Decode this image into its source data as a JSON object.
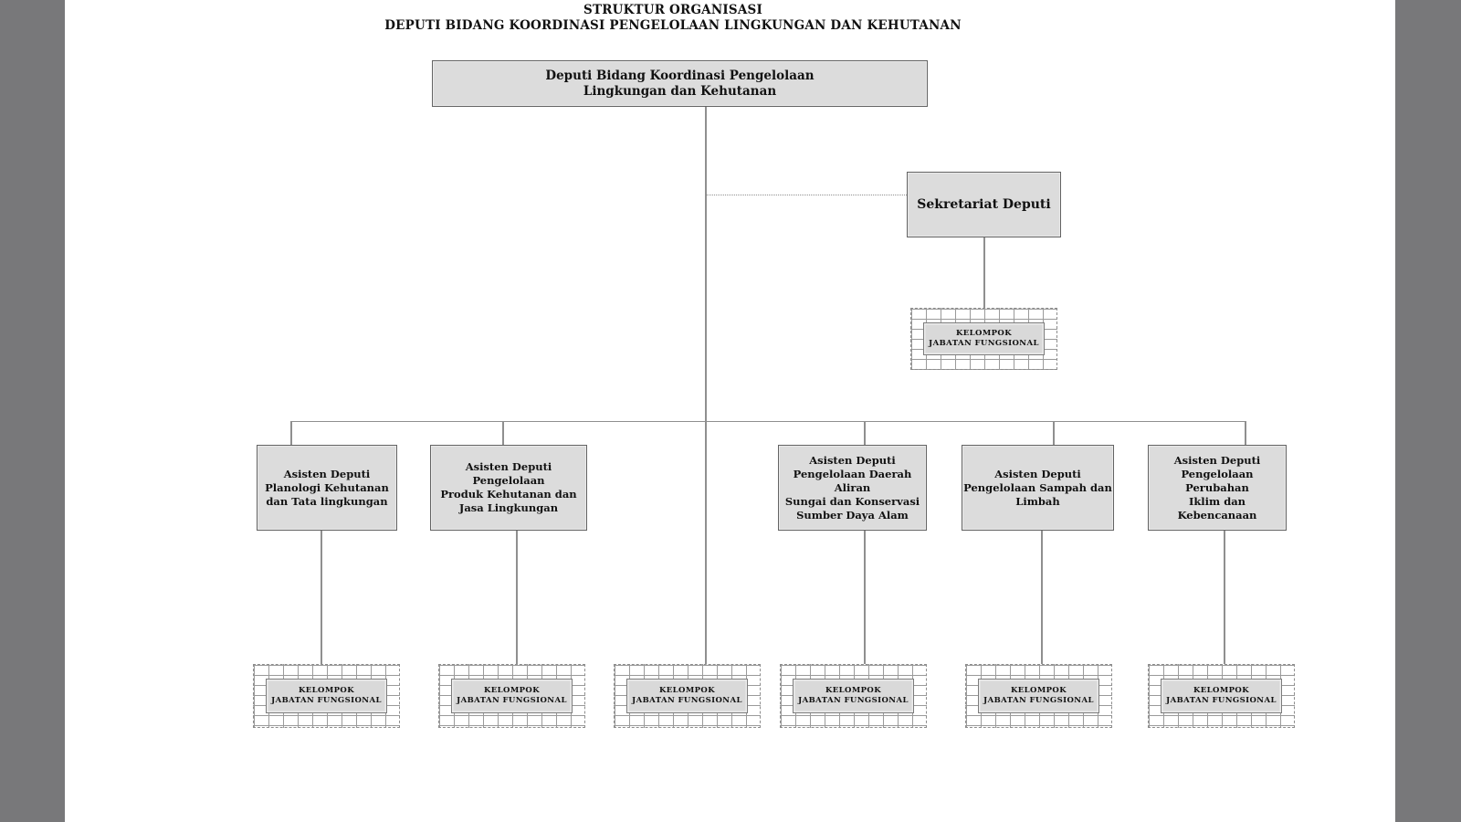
{
  "page": {
    "title_line1": "STRUKTUR ORGANISASI",
    "title_line2": "DEPUTI BIDANG KOORDINASI PENGELOLAAN LINGKUNGAN DAN KEHUTANAN"
  },
  "org": {
    "root": {
      "label": "Deputi Bidang Koordinasi Pengelolaan\nLingkungan dan Kehutanan"
    },
    "sekretariat": {
      "label": "Sekretariat Deputi"
    },
    "kjf_label": "KELOMPOK\nJABATAN FUNGSIONAL",
    "asisten": [
      {
        "label": "Asisten Deputi\nPlanologi Kehutanan\ndan Tata lingkungan"
      },
      {
        "label": "Asisten Deputi Pengelolaan\nProduk Kehutanan dan\nJasa Lingkungan"
      },
      {
        "label": "Asisten Deputi\nPengelolaan Daerah Aliran\nSungai dan Konservasi\nSumber Daya Alam"
      },
      {
        "label": "Asisten Deputi\nPengelolaan Sampah dan\nLimbah"
      },
      {
        "label": "Asisten Deputi\nPengelolaan Perubahan\nIklim dan Kebencanaan"
      }
    ]
  },
  "colors": {
    "backdrop": "#78787a",
    "canvas": "#ffffff",
    "box_fill": "#dcdcdc",
    "box_border": "#636363",
    "connector": "#8f8f8f",
    "text": "#111111"
  }
}
